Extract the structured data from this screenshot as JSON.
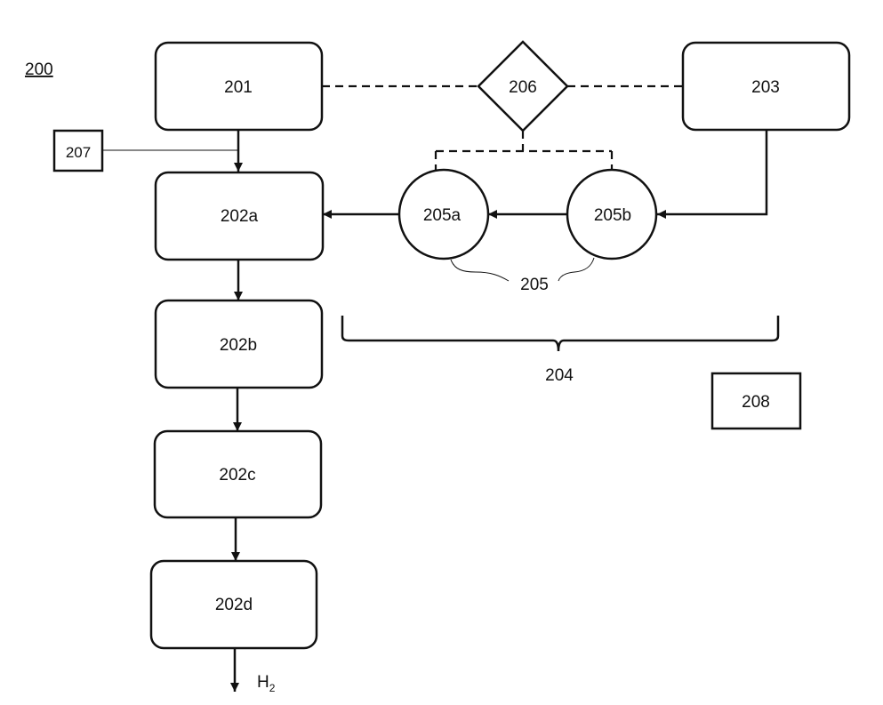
{
  "figure": {
    "ref": "200",
    "nodes": {
      "n201": "201",
      "n202a": "202a",
      "n202b": "202b",
      "n202c": "202c",
      "n202d": "202d",
      "n203": "203",
      "n205a": "205a",
      "n205b": "205b",
      "n206": "206",
      "n207": "207",
      "n208": "208"
    },
    "labels": {
      "group205": "205",
      "group204": "204",
      "output_main": "H",
      "output_sub": "2"
    }
  }
}
